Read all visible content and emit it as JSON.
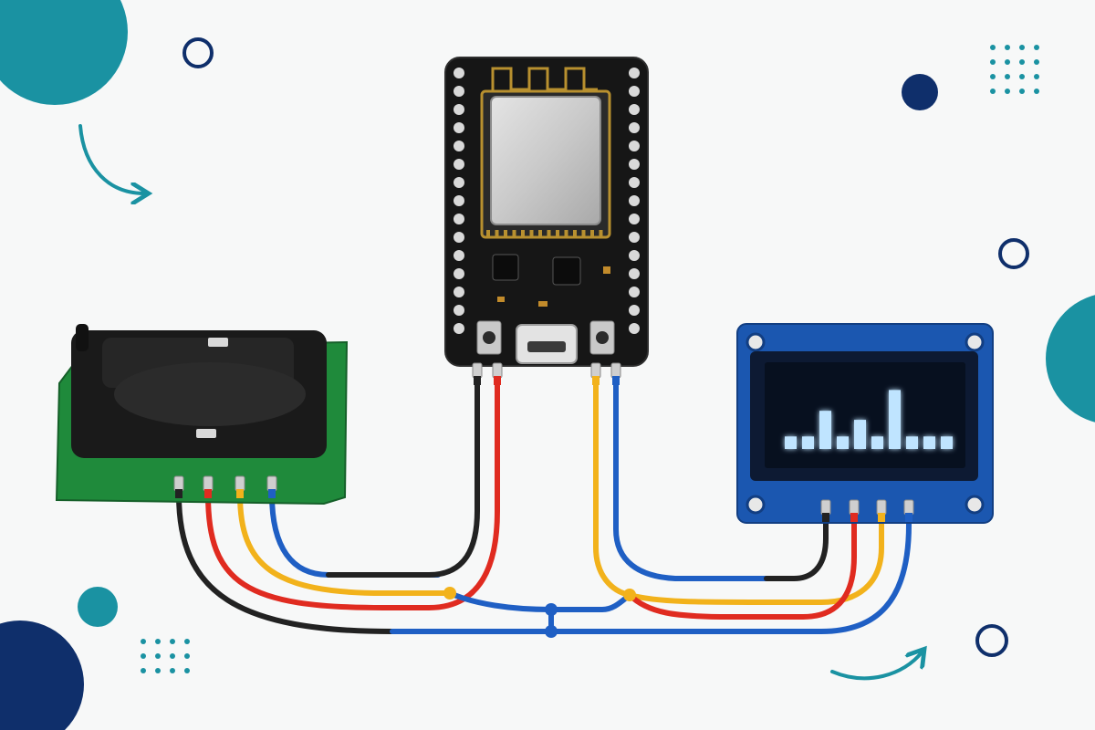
{
  "colors": {
    "background": "#f7f8f8",
    "teal": "#1a92a2",
    "navy": "#0f2f6b",
    "wire_black": "#222222",
    "wire_red": "#e02b20",
    "wire_yellow": "#f2b21b",
    "wire_blue": "#1f5fc4",
    "junction": "#f2b21b",
    "sensor_pcb": "#1f8a3b",
    "mcu_pcb": "#161616",
    "display_pcb": "#1b57b0",
    "screen_glow": "#bfe4ff"
  },
  "components": [
    {
      "id": "sensor-module",
      "kind": "sensor on green pcb",
      "pins": 4
    },
    {
      "id": "microcontroller-board",
      "kind": "wifi microcontroller dev board",
      "pins": 4,
      "port": "micro-usb",
      "buttons": 2
    },
    {
      "id": "oled-display",
      "kind": "oled display on blue pcb",
      "pins": 4
    }
  ],
  "display_bars": [
    0.18,
    0.18,
    0.55,
    0.18,
    0.42,
    0.18,
    0.85,
    0.18,
    0.18,
    0.18
  ],
  "wires": [
    {
      "color": "black",
      "from": "sensor-module",
      "to": "microcontroller-board"
    },
    {
      "color": "red",
      "from": "sensor-module",
      "to": "microcontroller-board"
    },
    {
      "color": "yellow",
      "from": "sensor-module",
      "to": "oled-display"
    },
    {
      "color": "blue",
      "from": "sensor-module",
      "to": "oled-display"
    },
    {
      "color": "yellow",
      "from": "microcontroller-board",
      "to": "oled-display"
    },
    {
      "color": "blue",
      "from": "microcontroller-board",
      "to": "oled-display"
    }
  ],
  "decorations": [
    "teal-circle",
    "navy-circle",
    "outline-ring",
    "dot-grid",
    "curved-arrow"
  ]
}
